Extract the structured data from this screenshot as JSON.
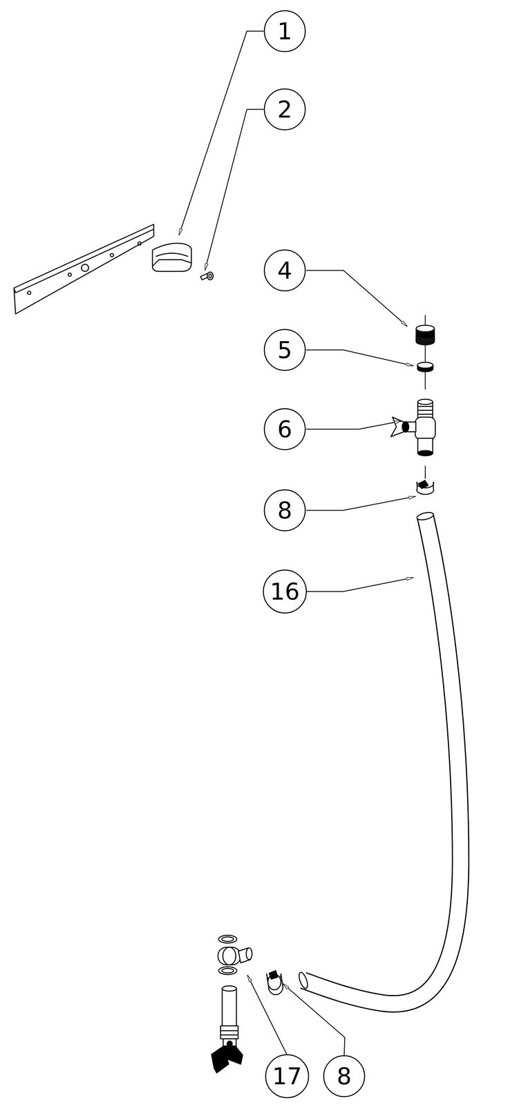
{
  "diagram": {
    "nodes": [
      {
        "text": [
          "1"
        ]
      },
      {
        "text": [
          "2"
        ]
      },
      {
        "text": [
          "4"
        ]
      },
      {
        "text": [
          "5"
        ]
      },
      {
        "text": [
          "6"
        ]
      },
      {
        "text": [
          "8"
        ]
      },
      {
        "text": [
          "16"
        ]
      },
      {
        "text": [
          "17"
        ]
      },
      {
        "text": [
          "8"
        ]
      }
    ]
  }
}
